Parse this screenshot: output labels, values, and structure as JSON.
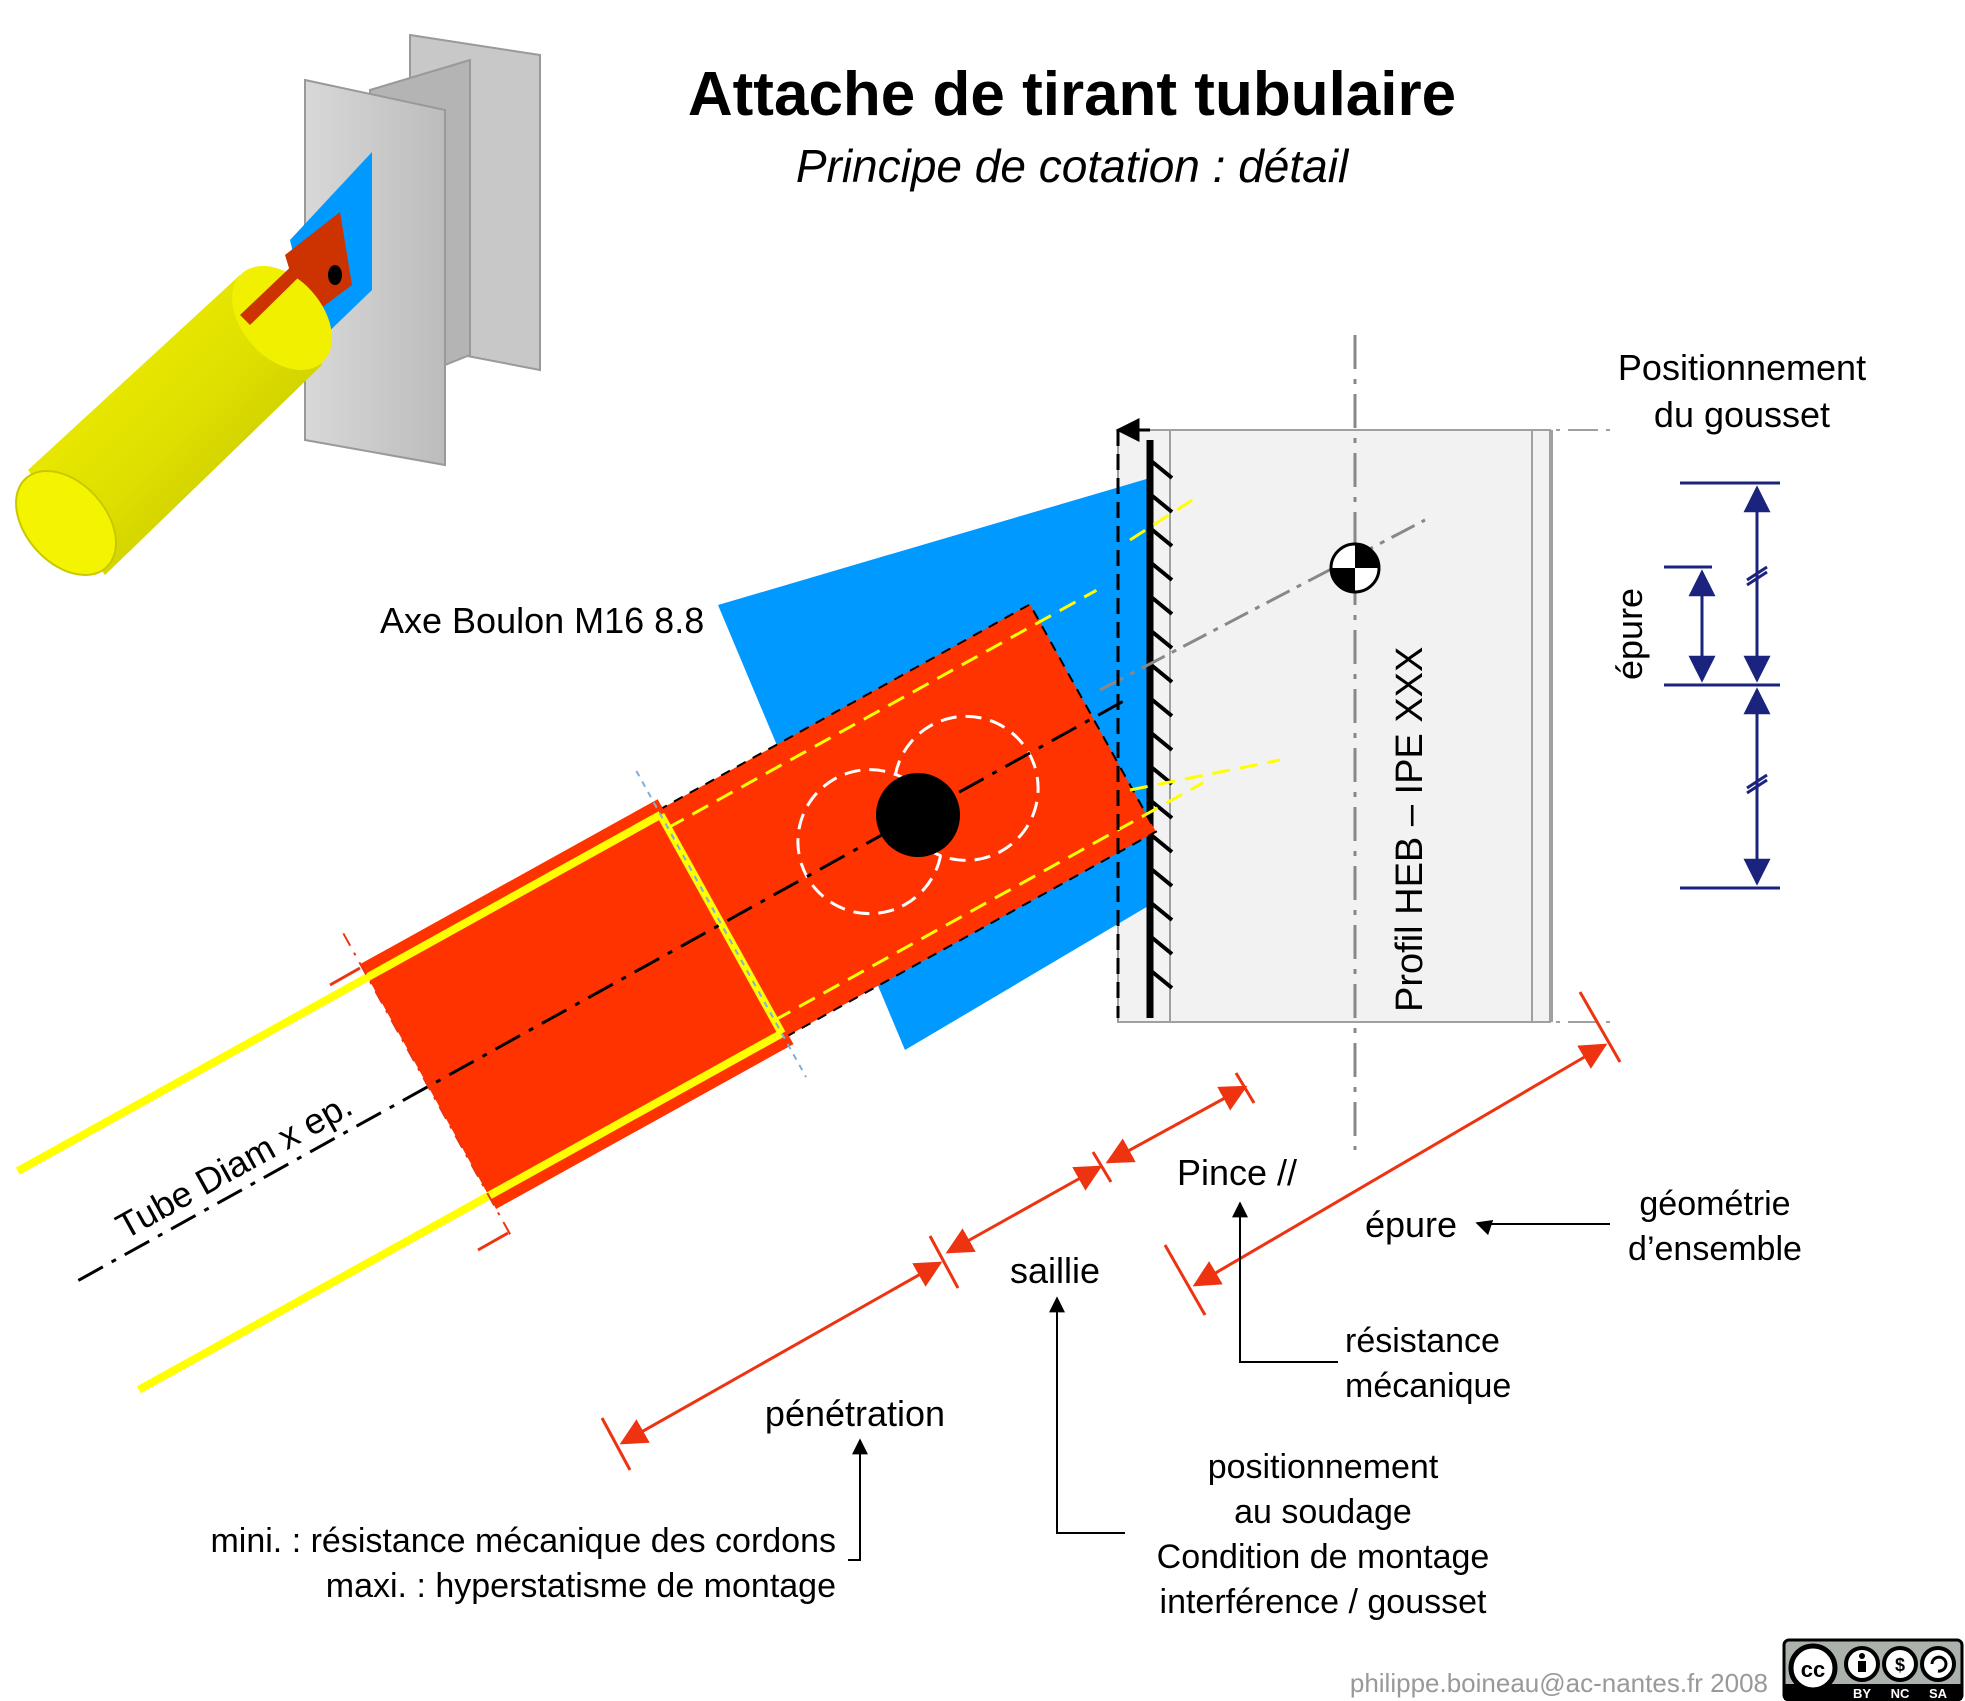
{
  "title": "Attache de tirant tubulaire",
  "subtitle": "Principe de cotation : détail",
  "labels": {
    "bolt_axis": "Axe Boulon M16 8.8",
    "tube": "Tube Diam x  ep.",
    "profile": "Profil  HEB – IPE XXX",
    "gusset_pos_line1": "Positionnement",
    "gusset_pos_line2": "du gousset",
    "epure_vertical": "épure",
    "pince": "Pince //",
    "epure": "épure",
    "saillie": "saillie",
    "penetration": "pénétration",
    "geometrie_line1": "géométrie",
    "geometrie_line2": "d’ensemble",
    "resistance_line1": "résistance",
    "resistance_line2": "mécanique",
    "positionnement_line1": "positionnement",
    "positionnement_line2": "au soudage",
    "positionnement_line3": "Condition de montage",
    "positionnement_line4": "interférence  / gousset",
    "mini": "mini. : résistance mécanique des cordons",
    "maxi": "maxi. : hyperstatisme de montage"
  },
  "footer": {
    "credit": "philippe.boineau@ac-nantes.fr  2008",
    "license_badges": [
      "BY",
      "NC",
      "SA"
    ]
  },
  "colors": {
    "gusset_blue": "#0099ff",
    "tube_red": "#ff3300",
    "weld_yellow": "#ffff00",
    "dimension_red": "#ee3311",
    "dimension_navy": "#1a237e",
    "profile_fill": "#f2f2f2"
  }
}
